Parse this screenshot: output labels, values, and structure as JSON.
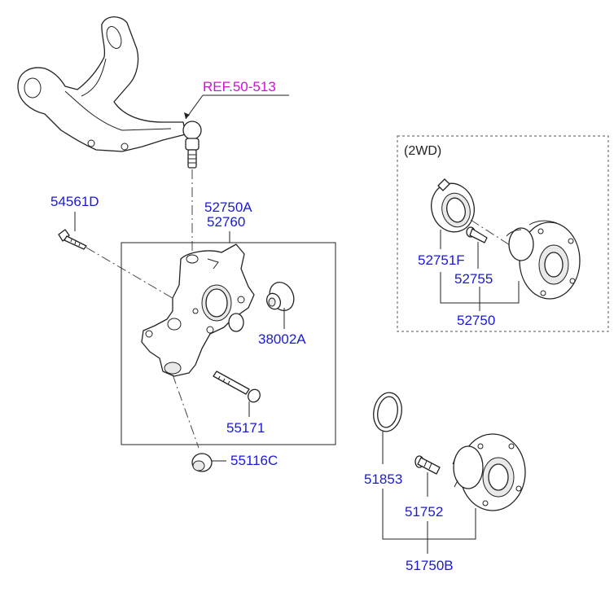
{
  "ref_label": "REF.50-513",
  "group_label": "(2WD)",
  "parts": {
    "p54561D": "54561D",
    "p52750A": "52750A",
    "p52760": "52760",
    "p38002A": "38002A",
    "p55171": "55171",
    "p55116C": "55116C",
    "p52751F": "52751F",
    "p52755": "52755",
    "p52750": "52750",
    "p51853": "51853",
    "p51752": "51752",
    "p51750B": "51750B"
  },
  "colors": {
    "part_number": "#1a1ad6",
    "reference": "#d40fd4",
    "line": "#222222"
  }
}
